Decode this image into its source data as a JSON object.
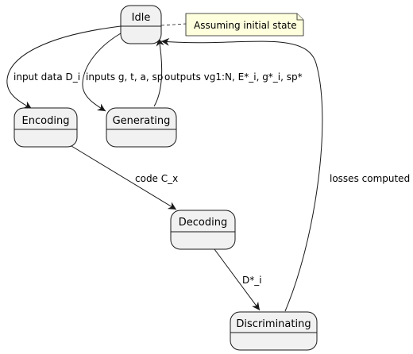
{
  "diagram": {
    "type": "state-diagram",
    "colors": {
      "state_fill": "#f1f1f1",
      "state_border": "#181818",
      "line": "#181818",
      "note_fill": "#feffdd",
      "note_border": "#181818"
    },
    "states": {
      "idle": "Idle",
      "encoding": "Encoding",
      "generating": "Generating",
      "decoding": "Decoding",
      "discriminating": "Discriminating"
    },
    "note": "Assuming initial state",
    "transitions": [
      {
        "from": "Idle",
        "to": "Encoding",
        "label": "input data D_i"
      },
      {
        "from": "Idle",
        "to": "Generating",
        "label": "inputs g, t, a, sp"
      },
      {
        "from": "Generating",
        "to": "Idle",
        "label": "outputs vg1:N, E*_i, g*_i, sp*"
      },
      {
        "from": "Encoding",
        "to": "Decoding",
        "label": "code C_x"
      },
      {
        "from": "Decoding",
        "to": "Discriminating",
        "label": "D*_i"
      },
      {
        "from": "Discriminating",
        "to": "Idle",
        "label": "losses computed"
      }
    ]
  }
}
